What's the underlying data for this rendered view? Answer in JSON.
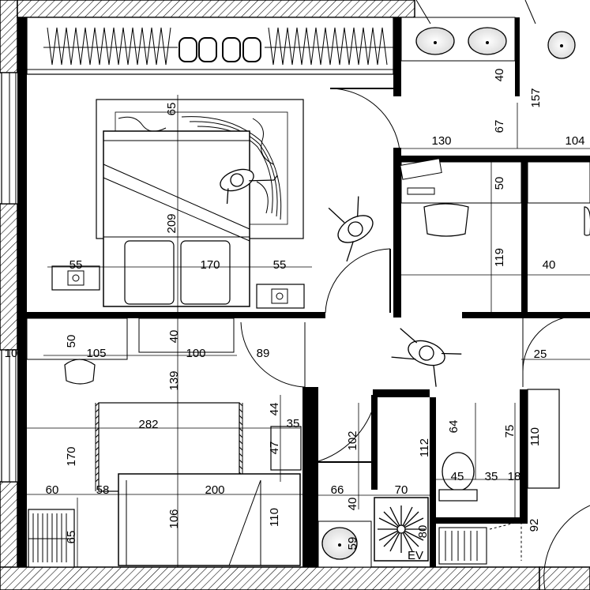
{
  "dimensions": {
    "wardrobe_to_bed": "65",
    "bed_length": "209",
    "bed_width": "170",
    "side_left": "55",
    "side_right": "55",
    "desk_depth": "50",
    "desk_width": "105",
    "gap_40": "40",
    "gap_100": "100",
    "door_89": "89",
    "corridor_139": "139",
    "rug_282": "282",
    "height_170": "170",
    "sofa_200": "200",
    "side_60": "60",
    "side_58": "58",
    "sofa_106": "106",
    "table_110": "110",
    "shelf_65": "65",
    "d_44": "44",
    "d_35": "35",
    "d_47": "47",
    "d_102": "102",
    "d_66": "66",
    "d_70": "70",
    "d_40b": "40",
    "d_59": "59",
    "d_80": "80",
    "d_112": "112",
    "d_64": "64",
    "d_45": "45",
    "d_35b": "35",
    "d_18": "18",
    "d_75": "75",
    "d_110b": "110",
    "d_92": "92",
    "d_25": "25",
    "d_130": "130",
    "d_67": "67",
    "d_40c": "40",
    "d_157": "157",
    "d_104": "104",
    "d_50b": "50",
    "d_119": "119",
    "d_40d": "40",
    "d_10": "10"
  },
  "labels": {
    "ev": "EV"
  }
}
